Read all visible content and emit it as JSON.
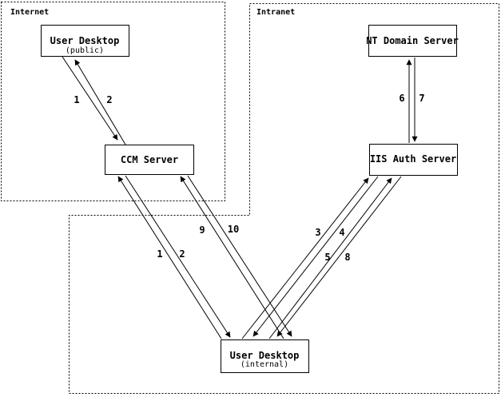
{
  "zones": {
    "internet": {
      "label": "Internet"
    },
    "intranet": {
      "label": "Intranet"
    }
  },
  "nodes": {
    "user_desktop_public": {
      "title": "User Desktop",
      "subtitle": "(public)"
    },
    "ccm_server": {
      "title": "CCM Server"
    },
    "nt_domain_server": {
      "title": "NT Domain Server"
    },
    "iis_auth_server": {
      "title": "IIS Auth Server"
    },
    "user_desktop_internal": {
      "title": "User Desktop",
      "subtitle": "(internal)"
    }
  },
  "flows": {
    "public_desktop_to_ccm": {
      "request": "1",
      "response": "2"
    },
    "internal_desktop_to_ccm": {
      "request": "1",
      "response": "2"
    },
    "internal_desktop_to_iis_auth": {
      "request": "3",
      "response": "4"
    },
    "internal_desktop_to_iis_session": {
      "request": "5",
      "response": "8"
    },
    "iis_to_nt_domain": {
      "request": "6",
      "response": "7"
    },
    "internal_desktop_to_ccm_session": {
      "request": "9",
      "response": "10"
    }
  },
  "colors": {
    "line": "#000000",
    "background": "#ffffff"
  }
}
